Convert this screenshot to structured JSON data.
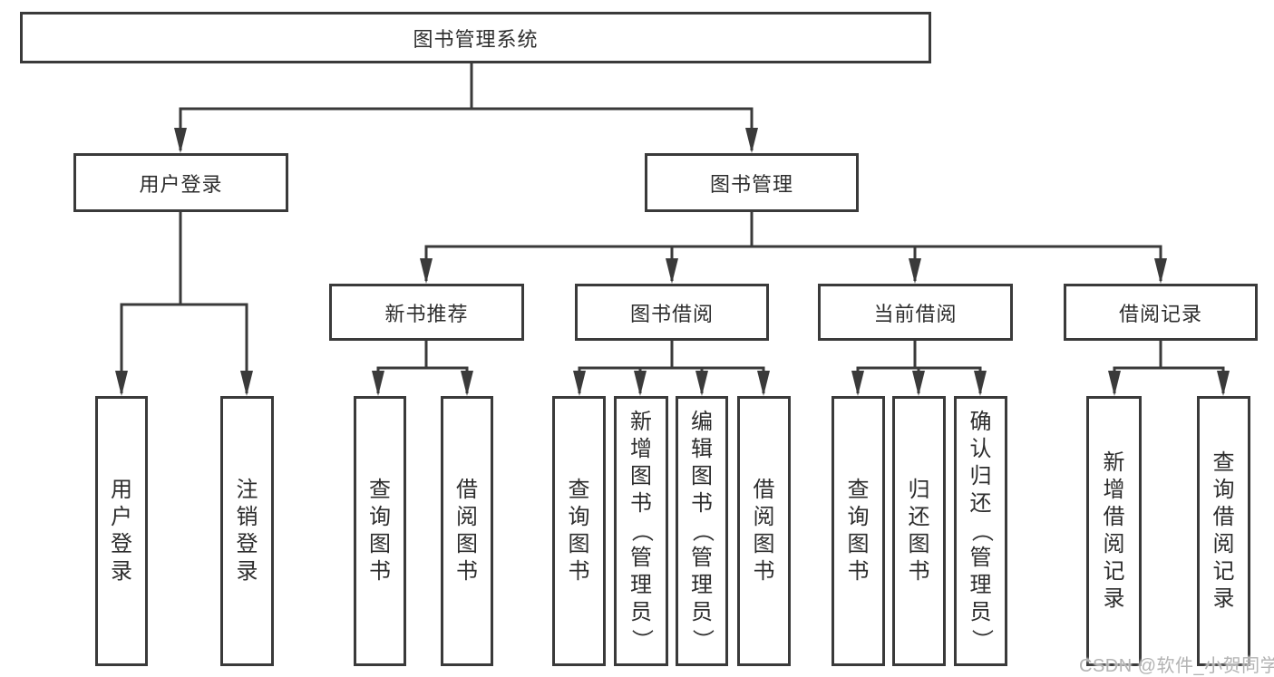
{
  "diagram_title": "图书管理系统",
  "nodes": {
    "root": {
      "label": "图书管理系统"
    },
    "user_login": {
      "label": "用户登录"
    },
    "book_mgmt": {
      "label": "图书管理"
    },
    "new_book_rec": {
      "label": "新书推荐"
    },
    "book_borrow": {
      "label": "图书借阅"
    },
    "current_borrow": {
      "label": "当前借阅"
    },
    "borrow_record": {
      "label": "借阅记录"
    },
    "leaf_user_login": {
      "label": "用户登录"
    },
    "leaf_logout": {
      "label": "注销登录"
    },
    "leaf_nbr_query": {
      "label": "查询图书"
    },
    "leaf_nbr_borrow": {
      "label": "借阅图书"
    },
    "leaf_bb_query": {
      "label": "查询图书"
    },
    "leaf_bb_add": {
      "label": "新增图书（管理员）"
    },
    "leaf_bb_edit": {
      "label": "编辑图书（管理员）"
    },
    "leaf_bb_borrow": {
      "label": "借阅图书"
    },
    "leaf_cb_query": {
      "label": "查询图书"
    },
    "leaf_cb_return": {
      "label": "归还图书"
    },
    "leaf_cb_confirm": {
      "label": "确认归还（管理员）"
    },
    "leaf_br_add": {
      "label": "新增借阅记录"
    },
    "leaf_br_query": {
      "label": "查询借阅记录"
    }
  },
  "hierarchy": {
    "图书管理系统": {
      "用户登录": [
        "用户登录",
        "注销登录"
      ],
      "图书管理": {
        "新书推荐": [
          "查询图书",
          "借阅图书"
        ],
        "图书借阅": [
          "查询图书",
          "新增图书（管理员）",
          "编辑图书（管理员）",
          "借阅图书"
        ],
        "当前借阅": [
          "查询图书",
          "归还图书",
          "确认归还（管理员）"
        ],
        "借阅记录": [
          "新增借阅记录",
          "查询借阅记录"
        ]
      }
    }
  },
  "watermark": {
    "text": "CSDN @软件_小贺同学"
  },
  "colors": {
    "line": "#3a3a3a",
    "text": "#2d2d2d",
    "watermark": "#b3b3b3",
    "background": "#ffffff"
  }
}
